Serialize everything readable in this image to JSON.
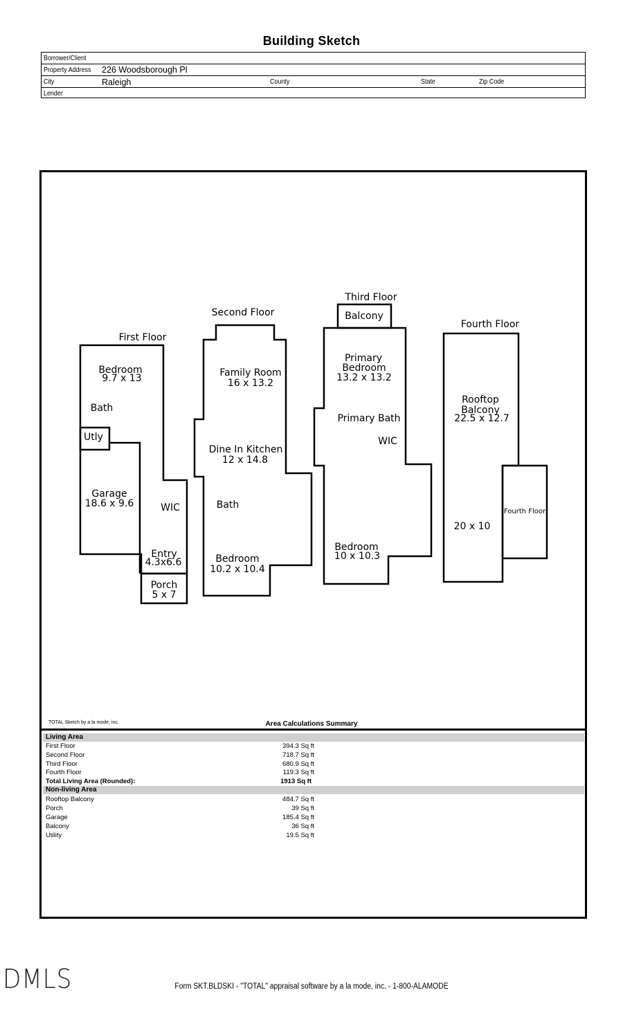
{
  "header": {
    "title": "Building Sketch",
    "borrower_label": "Borrower/Client",
    "address_label": "Property Address",
    "address_value": "226 Woodsborough Pl",
    "city_label": "City",
    "city_value": "Raleigh",
    "county_label": "County",
    "state_label": "State",
    "zip_label": "Zip Code",
    "lender_label": "Lender"
  },
  "sketch": {
    "floors": {
      "first": "First Floor",
      "second": "Second Floor",
      "third": "Third Floor",
      "fourth": "Fourth Floor"
    },
    "rooms": {
      "ff_bedroom": "Bedroom",
      "ff_bedroom_dim": "9.7 x 13",
      "ff_bath": "Bath",
      "ff_utly": "Utly",
      "ff_garage": "Garage",
      "ff_garage_dim": "18.6 x 9.6",
      "ff_wic": "WIC",
      "ff_entry": "Entry",
      "ff_entry_dim": "4.3x6.6",
      "ff_porch": "Porch",
      "ff_porch_dim": "5 x 7",
      "sf_family": "Family Room",
      "sf_family_dim": "16 x 13.2",
      "sf_kitchen": "Dine In Kitchen",
      "sf_kitchen_dim": "12 x 14.8",
      "sf_bath": "Bath",
      "sf_bedroom": "Bedroom",
      "sf_bedroom_dim": "10.2 x 10.4",
      "tf_balcony": "Balcony",
      "tf_primary_1": "Primary",
      "tf_primary_2": "Bedroom",
      "tf_primary_dim": "13.2 x 13.2",
      "tf_primary_bath": "Primary Bath",
      "tf_wic": "WIC",
      "tf_bedroom": "Bedroom",
      "tf_bedroom_dim": "10 x 10.3",
      "fo_rooftop_1": "Rooftop",
      "fo_rooftop_2": "Balcony",
      "fo_rooftop_dim": "22.5 x 12.7",
      "fo_dim": "20 x 10",
      "fo_small": "Fourth Floor"
    }
  },
  "summary": {
    "credit": "TOTAL Sketch by a la mode, inc.",
    "title": "Area Calculations Summary",
    "living_heading": "Living Area",
    "living": [
      {
        "name": "First Floor",
        "value": "394.3 Sq ft"
      },
      {
        "name": "Second Floor",
        "value": "718.7 Sq ft"
      },
      {
        "name": "Third Floor",
        "value": "680.9 Sq ft"
      },
      {
        "name": "Fourth Floor",
        "value": "119.3 Sq ft"
      }
    ],
    "total_label": "Total Living Area (Rounded):",
    "total_value": "1913 Sq ft",
    "nonliving_heading": "Non-living Area",
    "nonliving": [
      {
        "name": "Rooftop Balcony",
        "value": "484.7 Sq ft"
      },
      {
        "name": "Porch",
        "value": "39 Sq ft"
      },
      {
        "name": "Garage",
        "value": "185.4 Sq ft"
      },
      {
        "name": "Balcony",
        "value": "36 Sq ft"
      },
      {
        "name": "Utility",
        "value": "19.5 Sq ft"
      }
    ]
  },
  "footer": {
    "logo": "DMLS",
    "form_text": "Form SKT.BLDSKI - \"TOTAL\" appraisal software by a la mode, inc. - 1-800-ALAMODE"
  }
}
